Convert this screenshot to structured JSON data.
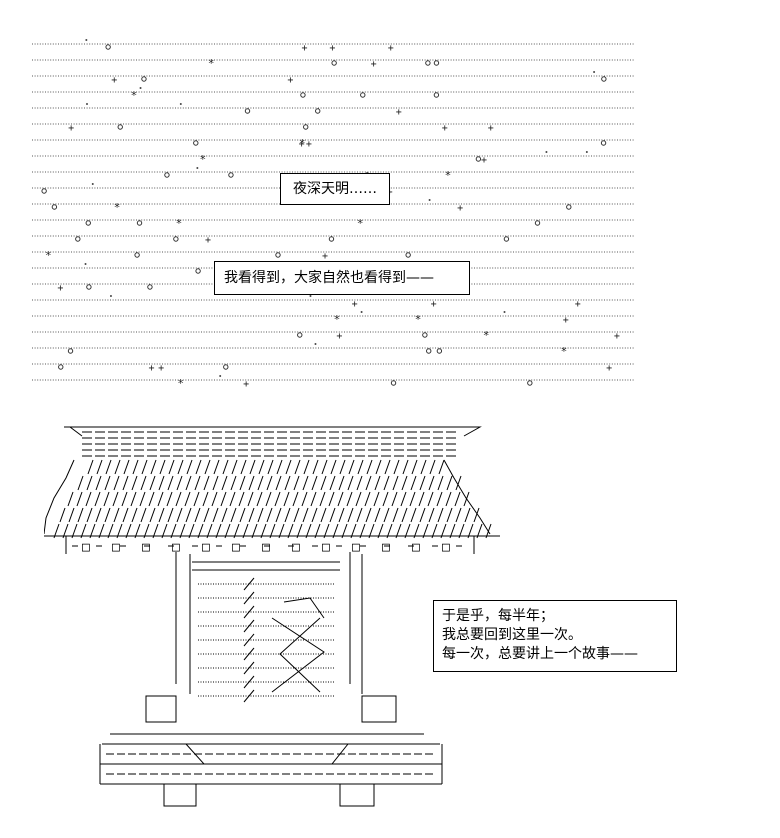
{
  "bubbles": {
    "line1": "夜深天明……",
    "line2": "我看得到，大家自然也看得到——",
    "line3": [
      "于是乎，每半年；",
      "我总要回到这里一次。",
      "每一次，总要讲上一个故事——"
    ]
  },
  "gate_plaque": [
    "□",
    "□",
    "□",
    "□",
    "□",
    "□",
    "□",
    "□",
    "□",
    "□",
    "□",
    "□",
    "□"
  ],
  "colors": {
    "ink": "#000000",
    "dots": "#555555",
    "paper": "#ffffff"
  }
}
